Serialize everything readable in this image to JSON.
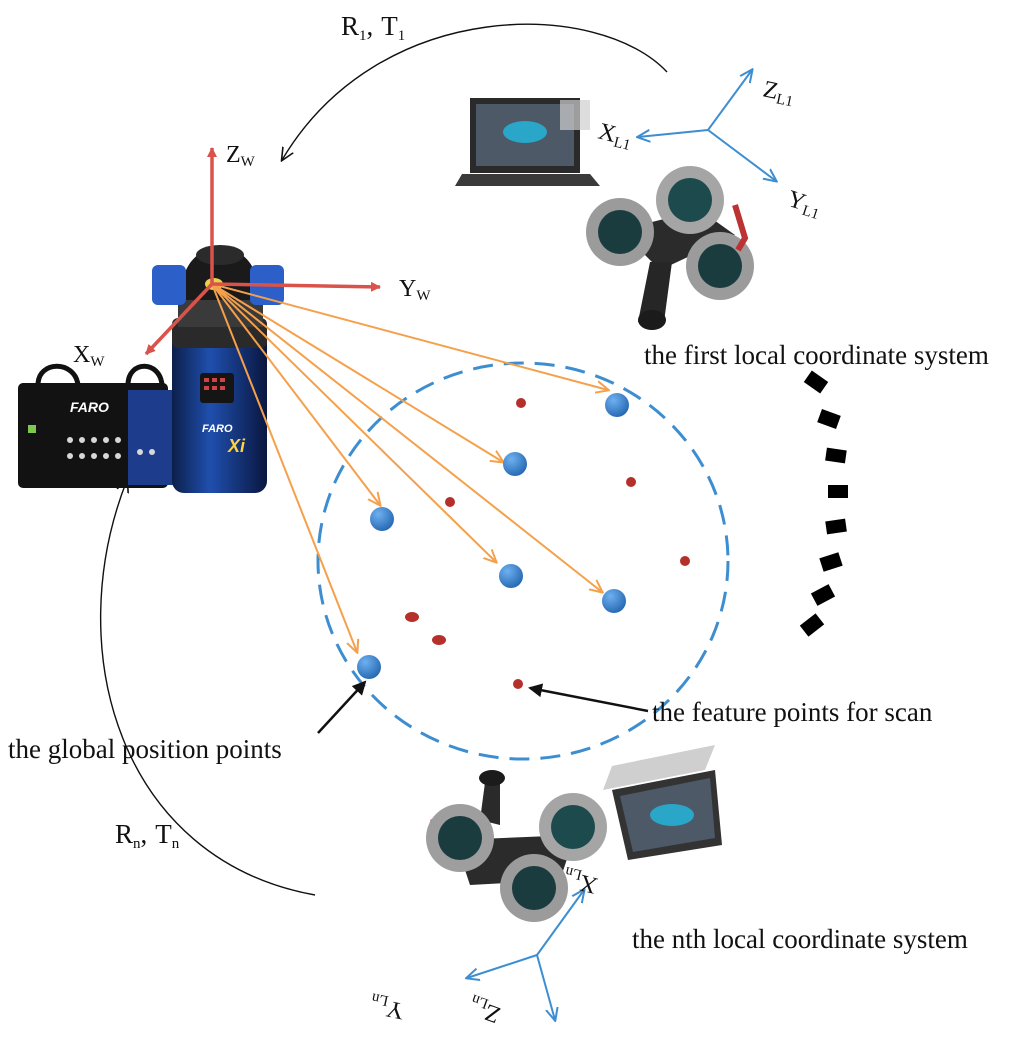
{
  "colors": {
    "world_axis": "#d9534b",
    "local_axis": "#3d8ed1",
    "laser_ray": "#f5a04a",
    "global_point": "#2f7fd0",
    "feature_point": "#b5302a",
    "region_outline": "#3d8ed1"
  },
  "labels": {
    "rotation_first_main": "R",
    "rotation_first_sub": "1",
    "translation_first_main": "T",
    "translation_first_sub": "1",
    "rotation_nth_main": "R",
    "rotation_nth_sub": "n",
    "translation_nth_main": "T",
    "translation_nth_sub": "n",
    "comma": ",",
    "world_z_main": "Z",
    "world_z_sub": "W",
    "world_y_main": "Y",
    "world_y_sub": "W",
    "world_x_main": "X",
    "world_x_sub": "W",
    "local1_z_main": "Z",
    "local1_z_sub": "L1",
    "local1_x_main": "X",
    "local1_x_sub": "L1",
    "local1_y_main": "Y",
    "local1_y_sub": "L1",
    "localn_x_main": "X",
    "localn_x_sub": "Ln",
    "localn_y_main": "Y",
    "localn_y_sub": "Ln",
    "localn_z_main": "Z",
    "localn_z_sub": "Ln",
    "first_local_system": "the first local coordinate system",
    "nth_local_system": "the nth local coordinate system",
    "feature_points": "the feature points for scan",
    "global_points": "the global position points",
    "brand_controller": "FARO",
    "brand_tracker": "FARO",
    "tracker_badge": "Xi"
  },
  "icons": [
    "laser-tracker-icon",
    "tracker-controller-icon",
    "handheld-scanner-icon",
    "laptop-icon"
  ]
}
